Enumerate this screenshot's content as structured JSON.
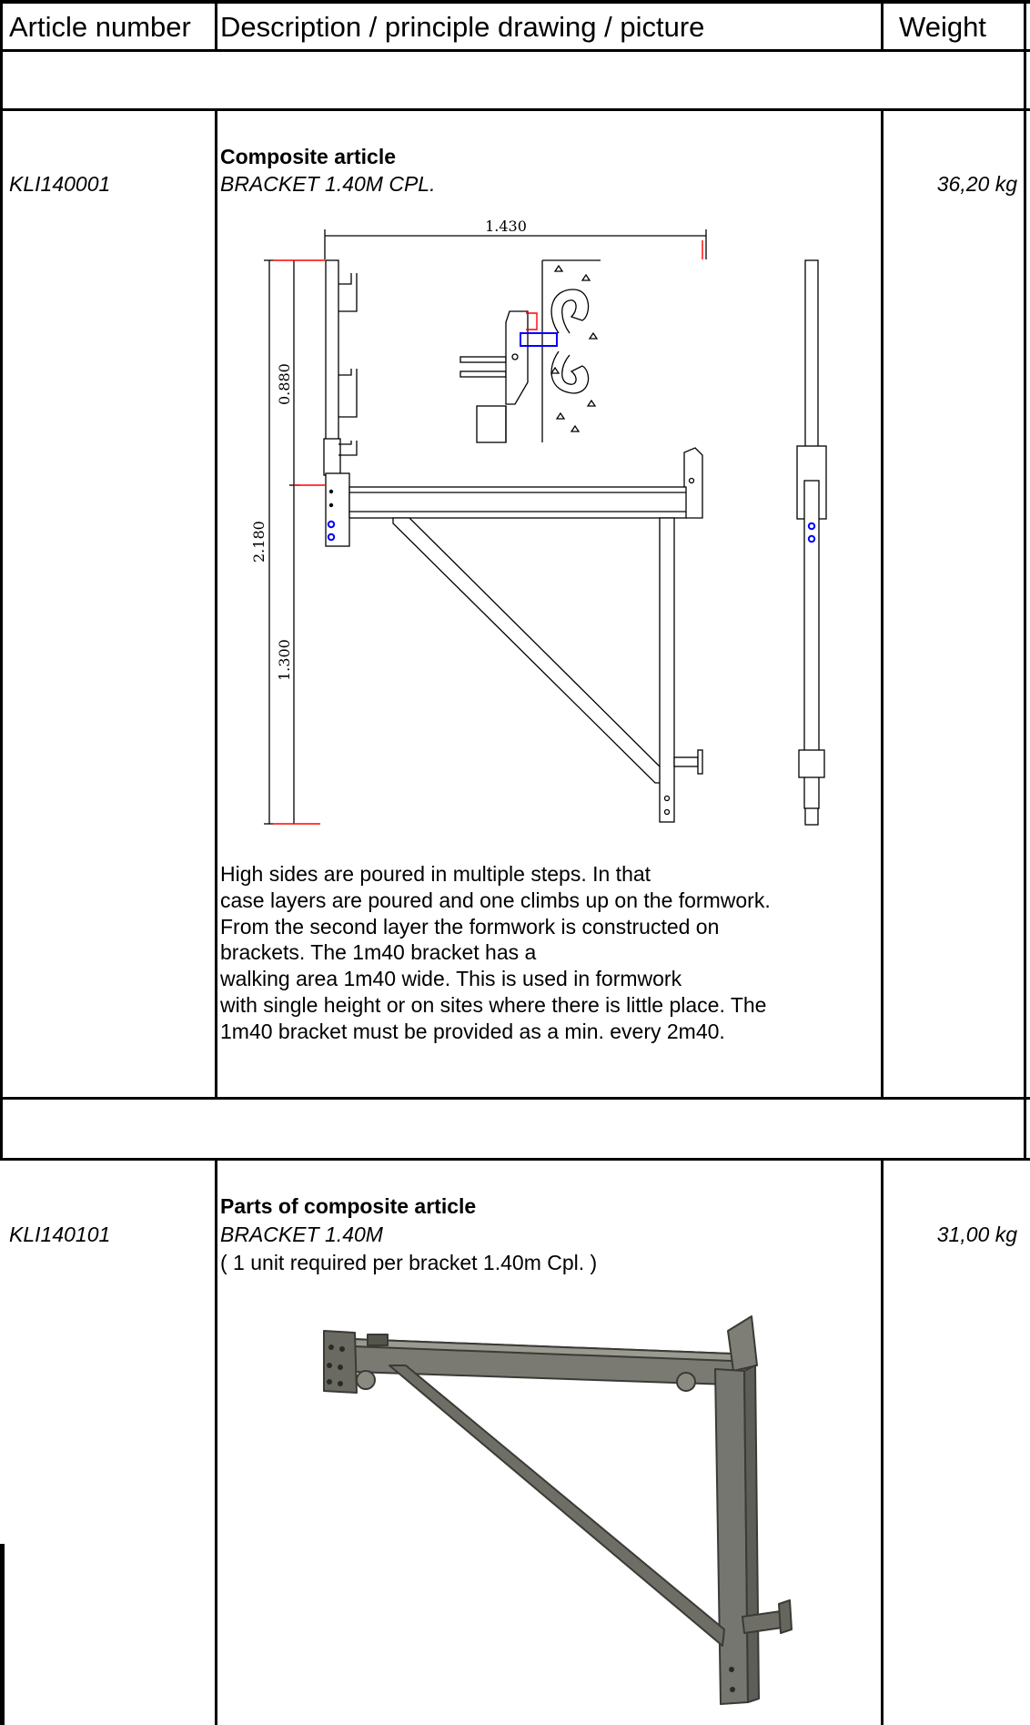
{
  "header": {
    "article_number": "Article number",
    "description": "Description / principle drawing / picture",
    "weight": "Weight"
  },
  "items": [
    {
      "article_number": "KLI140001",
      "category": "Composite article",
      "name": "BRACKET 1.40M CPL.",
      "weight": "36,20 kg",
      "drawing_dimensions": {
        "width": "1.430",
        "upper": "0.880",
        "total": "2.180",
        "lower": "1.300"
      },
      "description_lines": [
        "High sides are poured in multiple steps. In that",
        "case layers are poured and one climbs up on the formwork.",
        "From the second layer the formwork is constructed on",
        "brackets. The 1m40 bracket has a",
        "walking area 1m40 wide. This is used in formwork",
        "with single height or on sites where there is little place. The",
        "1m40 bracket must be provided as a min. every 2m40."
      ]
    },
    {
      "article_number": "KLI140101",
      "category": "Parts of composite article",
      "name": "BRACKET 1.40M",
      "note": "( 1 unit required per bracket 1.40m Cpl. )",
      "weight": "31,00 kg"
    }
  ],
  "colors": {
    "border": "#000000",
    "dimension_red": "#ff0000",
    "bolt_blue": "#0000ff",
    "steel": "#6e6e66"
  }
}
